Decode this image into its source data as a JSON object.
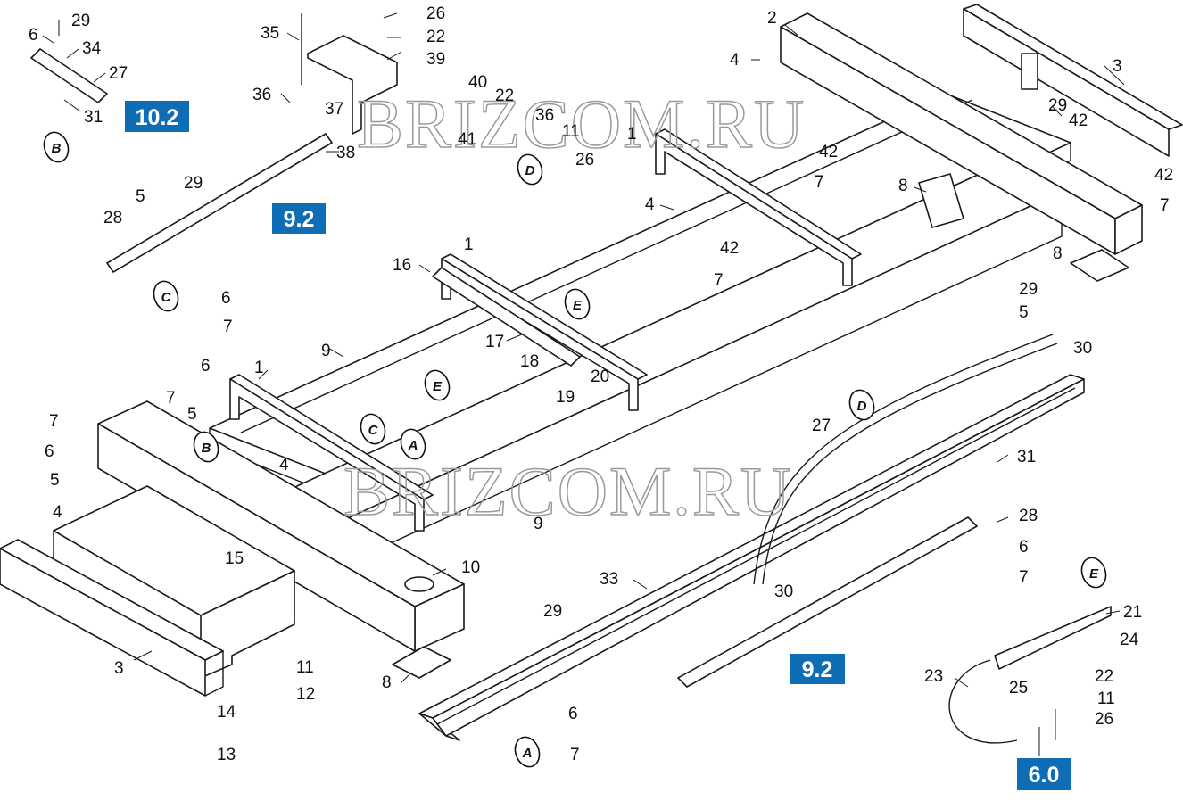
{
  "watermark": "BRIZCOM.RU",
  "colors": {
    "badge_fill": "#0f6db5",
    "line": "#1a1a1a",
    "watermark": "#9a9a9a"
  },
  "section_badges": [
    "10.2",
    "9.2",
    "9.2",
    "6.0"
  ],
  "reference_markers": [
    "B",
    "D",
    "C",
    "E",
    "E",
    "B",
    "C",
    "A",
    "D",
    "A",
    "E"
  ],
  "callouts": {
    "c1": "29",
    "c2": "6",
    "c3": "34",
    "c4": "27",
    "c5": "31",
    "c6": "35",
    "c7": "26",
    "c8": "22",
    "c9": "39",
    "c10": "36",
    "c11": "37",
    "c12": "38",
    "c13": "40",
    "c14": "22",
    "c15": "36",
    "c16": "41",
    "c17": "11",
    "c18": "26",
    "c19": "29",
    "c20": "5",
    "c21": "28",
    "c22": "6",
    "c23": "7",
    "c24": "2",
    "c25": "4",
    "c26": "1",
    "c27": "42",
    "c28": "7",
    "c29": "8",
    "c30": "3",
    "c31": "29",
    "c32": "42",
    "c33": "42",
    "c34": "7",
    "c35": "8",
    "c36": "4",
    "c37": "42",
    "c38": "7",
    "c39": "1",
    "c40": "16",
    "c41": "17",
    "c42": "18",
    "c43": "19",
    "c44": "20",
    "c45": "9",
    "c46": "6",
    "c47": "7",
    "c48": "5",
    "c49": "1",
    "c50": "7",
    "c51": "6",
    "c52": "5",
    "c53": "4",
    "c54": "4",
    "c55": "9",
    "c56": "29",
    "c57": "5",
    "c58": "30",
    "c59": "27",
    "c60": "31",
    "c61": "28",
    "c62": "6",
    "c63": "7",
    "c64": "15",
    "c65": "10",
    "c66": "3",
    "c67": "8",
    "c68": "11",
    "c69": "12",
    "c70": "14",
    "c71": "13",
    "c72": "33",
    "c73": "30",
    "c74": "29",
    "c75": "6",
    "c76": "7",
    "c77": "21",
    "c78": "24",
    "c79": "23",
    "c80": "25",
    "c81": "22",
    "c82": "11",
    "c83": "26"
  }
}
